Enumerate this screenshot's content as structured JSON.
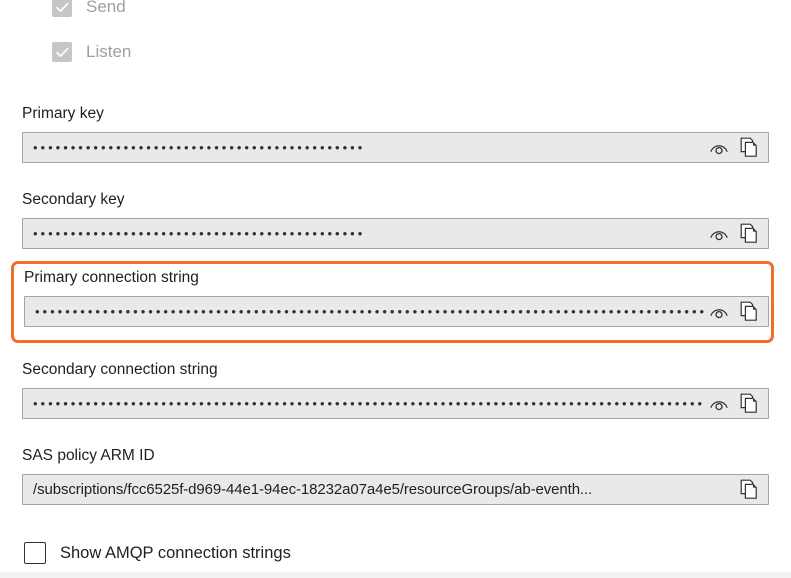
{
  "permissions": [
    {
      "label": "Send",
      "checked": true,
      "disabled": true,
      "icon": "checkmark-icon"
    },
    {
      "label": "Listen",
      "checked": true,
      "disabled": true,
      "icon": "checkmark-icon"
    }
  ],
  "fields": [
    {
      "id": "primary-key",
      "label": "Primary key",
      "value": "••••••••••••••••••••••••••••••••••••••••••••",
      "masked": true,
      "truncated": false,
      "actions": [
        "show-hide-eye-icon",
        "copy-icon"
      ]
    },
    {
      "id": "secondary-key",
      "label": "Secondary key",
      "value": "••••••••••••••••••••••••••••••••••••••••••••",
      "masked": true,
      "truncated": false,
      "actions": [
        "show-hide-eye-icon",
        "copy-icon"
      ]
    },
    {
      "id": "primary-connection-string",
      "label": "Primary connection string",
      "value": "•••••••••••••••••••••••••••••••••••••••••••••••••••••••••••••••••••••••••••••••••••••••••••••••••••••••••",
      "trailing_ellipsis": "...",
      "masked": true,
      "truncated": true,
      "highlighted": true,
      "actions": [
        "show-hide-eye-icon",
        "copy-icon"
      ]
    },
    {
      "id": "secondary-connection-string",
      "label": "Secondary connection string",
      "value": "•••••••••••••••••••••••••••••••••••••••••••••••••••••••••••••••••••••••••••••••••••••••••••••••••••••••••",
      "trailing_ellipsis": "...",
      "masked": true,
      "truncated": true,
      "actions": [
        "show-hide-eye-icon",
        "copy-icon"
      ]
    },
    {
      "id": "sas-policy-arm-id",
      "label": "SAS policy ARM ID",
      "value": "/subscriptions/fcc6525f-d969-44e1-94ec-18232a07a4e5/resourceGroups/ab-eventh...",
      "masked": false,
      "truncated": true,
      "actions": [
        "copy-icon"
      ]
    }
  ],
  "amqp_toggle": {
    "label": "Show AMQP connection strings",
    "checked": false
  },
  "colors": {
    "highlight_border": "#f26c2b",
    "field_background": "#ebe9e7",
    "field_border": "#a7a5a3",
    "text": "#201f1e",
    "disabled_text": "#a19f9d",
    "disabled_checkbox": "#c8c6c4"
  }
}
